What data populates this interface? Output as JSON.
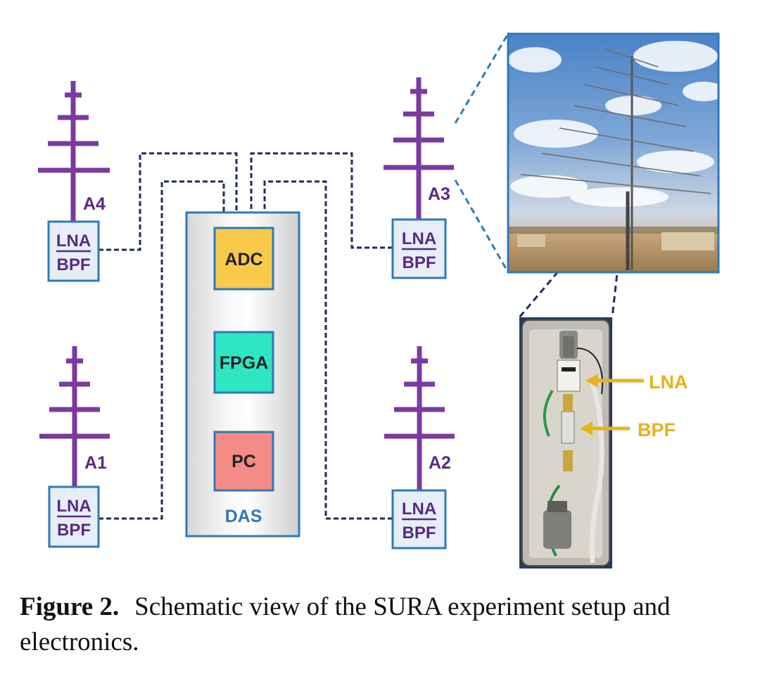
{
  "antennas": [
    {
      "id": "A4",
      "label": "A4",
      "box_top": "LNA",
      "box_bottom": "BPF"
    },
    {
      "id": "A3",
      "label": "A3",
      "box_top": "LNA",
      "box_bottom": "BPF"
    },
    {
      "id": "A1",
      "label": "A1",
      "box_top": "LNA",
      "box_bottom": "BPF"
    },
    {
      "id": "A2",
      "label": "A2",
      "box_top": "LNA",
      "box_bottom": "BPF"
    }
  ],
  "das": {
    "label": "DAS",
    "modules": [
      {
        "label": "ADC",
        "color": "#f9c94a"
      },
      {
        "label": "FPGA",
        "color": "#2fe6c2"
      },
      {
        "label": "PC",
        "color": "#f48b86"
      }
    ]
  },
  "callouts": {
    "lna": "LNA",
    "bpf": "BPF"
  },
  "colors": {
    "antenna": "#7a3aa0",
    "box_border": "#2f79b8",
    "box_fill": "#e6eef8",
    "callout": "#e8b21c",
    "wire": "#1e2b5a"
  },
  "caption": {
    "figure": "Figure 2.",
    "text": "Schematic view of the SURA experiment setup and electronics."
  }
}
